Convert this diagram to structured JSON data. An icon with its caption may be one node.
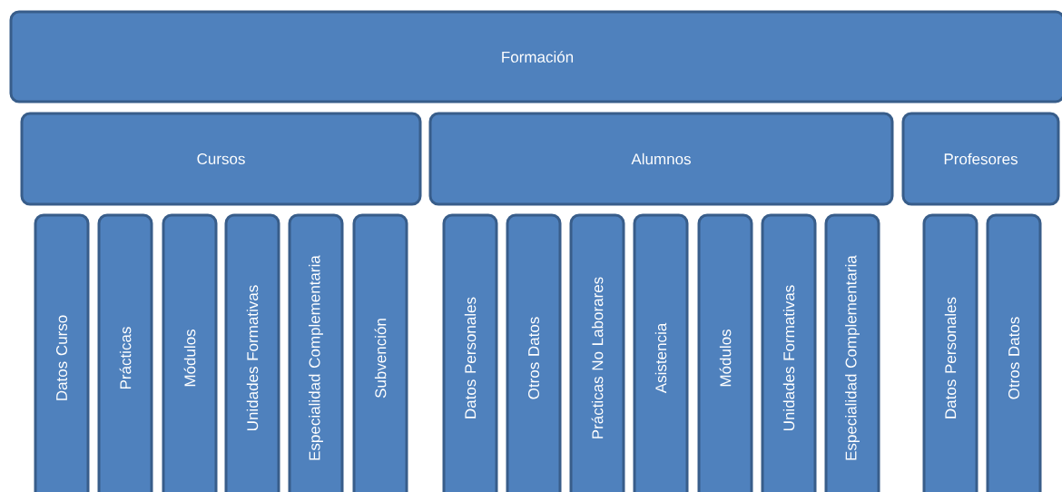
{
  "diagram": {
    "nodes": [
      {
        "text": [
          "Formación"
        ]
      },
      {
        "text": [
          "Cursos"
        ]
      },
      {
        "text": [
          "Alumnos"
        ]
      },
      {
        "text": [
          "Profesores"
        ]
      },
      {
        "text": [
          "Datos Curso"
        ]
      },
      {
        "text": [
          "Prácticas"
        ]
      },
      {
        "text": [
          "Módulos"
        ]
      },
      {
        "text": [
          "Unidades Formativas"
        ]
      },
      {
        "text": [
          "Especialidad Complementaria"
        ]
      },
      {
        "text": [
          "Subvención"
        ]
      },
      {
        "text": [
          "Datos Personales"
        ]
      },
      {
        "text": [
          "Otros Datos"
        ]
      },
      {
        "text": [
          "Prácticas No Laborares"
        ]
      },
      {
        "text": [
          "Asistencia"
        ]
      },
      {
        "text": [
          "Módulos"
        ]
      },
      {
        "text": [
          "Unidades Formativas"
        ]
      },
      {
        "text": [
          "Especialidad Complementaria"
        ]
      },
      {
        "text": [
          "Datos Personales"
        ]
      },
      {
        "text": [
          "Otros Datos"
        ]
      }
    ]
  }
}
